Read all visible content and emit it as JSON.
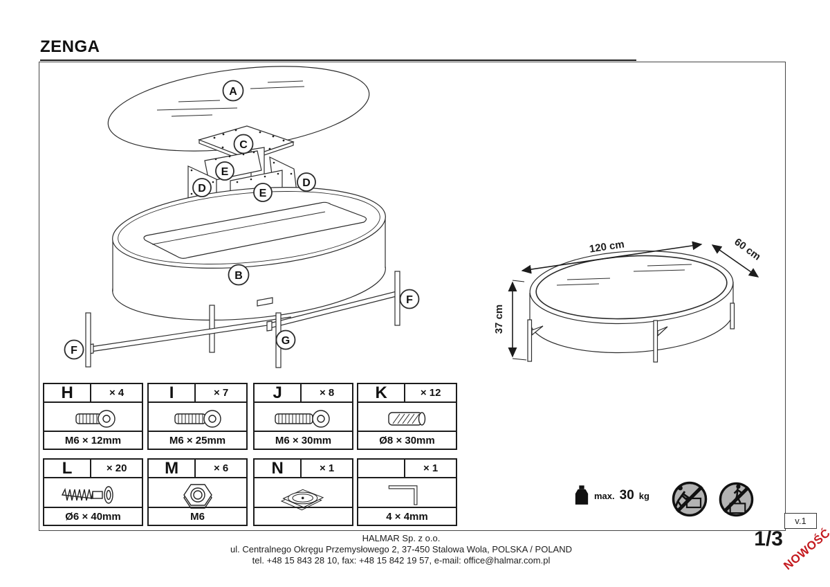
{
  "title": "ZENGA",
  "diagram": {
    "labels": [
      "A",
      "C",
      "E",
      "D",
      "E",
      "D",
      "B",
      "F",
      "G",
      "F"
    ]
  },
  "dimensions": {
    "length": "120 cm",
    "depth": "60 cm",
    "height": "37 cm"
  },
  "parts": [
    {
      "letter": "H",
      "count": "× 4",
      "size": "M6 × 12mm",
      "icon": "machine-screw-short"
    },
    {
      "letter": "I",
      "count": "× 7",
      "size": "M6 × 25mm",
      "icon": "machine-screw-medium"
    },
    {
      "letter": "J",
      "count": "× 8",
      "size": "M6 × 30mm",
      "icon": "machine-screw-long"
    },
    {
      "letter": "K",
      "count": "× 12",
      "size": "Ø8 × 30mm",
      "icon": "wooden-dowel"
    },
    {
      "letter": "L",
      "count": "× 20",
      "size": "Ø6 × 40mm",
      "icon": "wood-screw"
    },
    {
      "letter": "M",
      "count": "× 6",
      "size": "M6",
      "icon": "hex-nut"
    },
    {
      "letter": "N",
      "count": "× 1",
      "size": "",
      "icon": "swivel-plate"
    },
    {
      "letter": "",
      "count": "× 1",
      "size": "4 × 4mm",
      "icon": "allen-key"
    }
  ],
  "load": {
    "max_label": "max.",
    "value": "30",
    "unit": "kg"
  },
  "warnings": [
    "no-pushing-furniture",
    "no-standing-on-furniture"
  ],
  "version": "v.1",
  "page_number": "1/3",
  "badge": "NOWOŚĆ",
  "badge_color": "#c41a1f",
  "footer": {
    "company": "HALMAR Sp. z o.o.",
    "address": "ul. Centralnego Okręgu Przemysłowego 2, 37-450 Stalowa Wola, POLSKA / POLAND",
    "contact": "tel. +48 15 843 28 10, fax: +48 15 842 19 57, e-mail: office@halmar.com.pl"
  }
}
